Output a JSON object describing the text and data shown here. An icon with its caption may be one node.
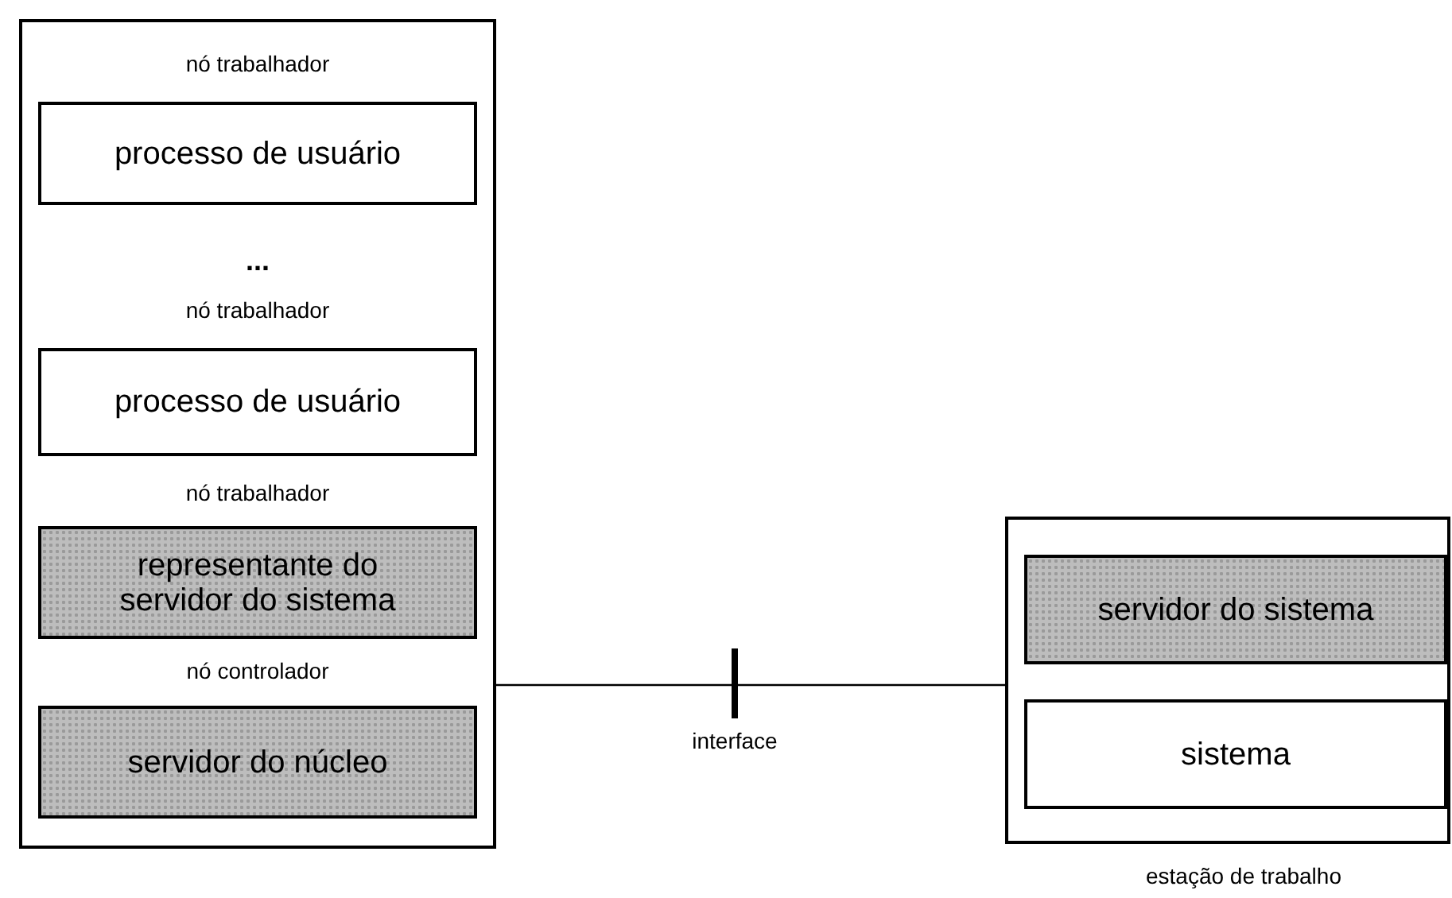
{
  "diagram": {
    "nodes": [
      {
        "text": [],
        "shape": "box"
      },
      {
        "text": [
          "nó trabalhador",
          "processo de usuário"
        ],
        "in": 0
      },
      {
        "text": [
          "nó trabalhador",
          "processo de usuário"
        ],
        "in": 0
      },
      {
        "text": [
          "nó trabalhador",
          "representante do servidor do sistema"
        ],
        "in": 0
      },
      {
        "text": [
          "nó controlador",
          "servidor do núcleo"
        ],
        "in": 0
      },
      {
        "text": [],
        "shape": "box",
        "beside": [
          "estação de trabalho"
        ]
      },
      {
        "text": [
          "servidor do sistema"
        ],
        "in": 5
      },
      {
        "text": [
          "sistema"
        ],
        "in": 5
      }
    ],
    "edges": [
      {
        "from": 0,
        "to": 5,
        "arrow": "none",
        "label": "interface"
      }
    ],
    "labels": [
      "..."
    ]
  }
}
